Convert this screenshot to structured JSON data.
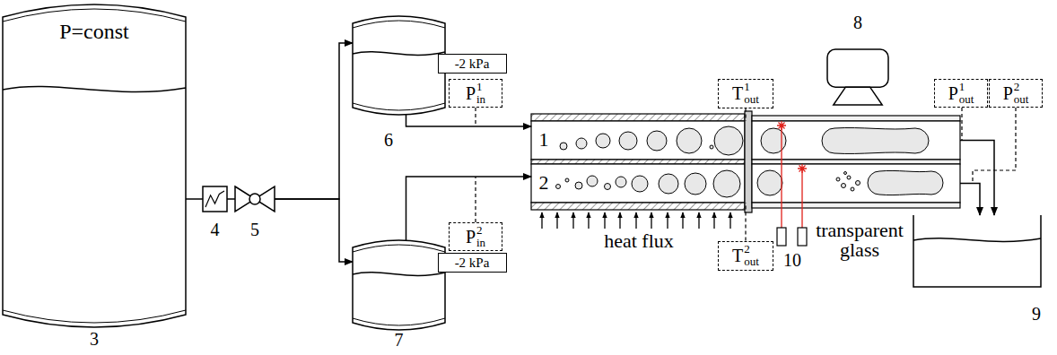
{
  "diagram": {
    "nodes": [
      {
        "text": [
          "P=const",
          "3"
        ]
      },
      {
        "text": [
          "4"
        ]
      },
      {
        "text": [
          "5"
        ]
      },
      {
        "text": [
          "6"
        ]
      },
      {
        "text": [
          "7"
        ]
      },
      {
        "text": [
          "1"
        ]
      },
      {
        "text": [
          "2"
        ]
      },
      {
        "text": [
          "9"
        ]
      },
      {
        "text": [
          "8"
        ]
      },
      {
        "text": [
          "-2 kPa"
        ]
      },
      {
        "text": [
          "P",
          "in",
          "1"
        ]
      },
      {
        "text": [
          "-2 kPa"
        ]
      },
      {
        "text": [
          "P",
          "in",
          "2"
        ]
      },
      {
        "text": [
          "T",
          "out",
          "1"
        ]
      },
      {
        "text": [
          "T",
          "out",
          "2"
        ]
      },
      {
        "text": [
          "P",
          "out",
          "1"
        ]
      },
      {
        "text": [
          "P",
          "out",
          "2"
        ]
      }
    ],
    "edges": [
      {
        "from": 0,
        "to": 1,
        "arrow": "none"
      },
      {
        "from": 1,
        "to": 2,
        "arrow": "none"
      },
      {
        "from": 2,
        "to": 3,
        "arrow": "to"
      },
      {
        "from": 2,
        "to": 4,
        "arrow": "to"
      },
      {
        "from": 3,
        "to": 5,
        "arrow": "to"
      },
      {
        "from": 4,
        "to": 6,
        "arrow": "to"
      },
      {
        "from": 5,
        "to": 7,
        "arrow": "to"
      },
      {
        "from": 6,
        "to": 7,
        "arrow": "to"
      },
      {
        "from": 13,
        "to": 5,
        "arrow": "none"
      },
      {
        "from": 14,
        "to": 6,
        "arrow": "none"
      }
    ],
    "labels": [
      "heat flux",
      "transparent glass",
      "10"
    ]
  }
}
